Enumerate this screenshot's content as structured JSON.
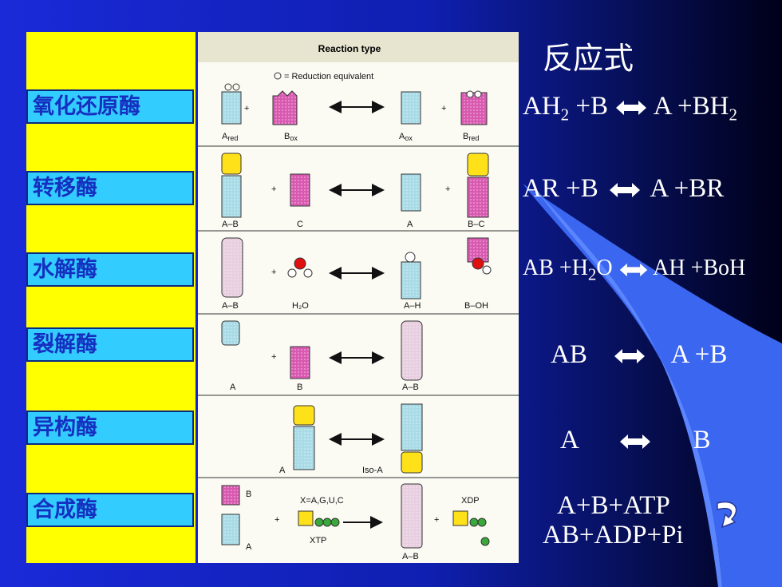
{
  "categories": [
    "氧化还原酶",
    "转移酶",
    "水解酶",
    "裂解酶",
    "异构酶",
    "合成酶"
  ],
  "figure": {
    "header": "Reaction type",
    "legend": "= Reduction equivalent",
    "rows": [
      {
        "left1": "A",
        "left1sub": "red",
        "left2": "B",
        "left2sub": "ox",
        "right1": "A",
        "right1sub": "ox",
        "right2": "B",
        "right2sub": "red"
      },
      {
        "left1": "A–B",
        "left2": "C",
        "right1": "A",
        "right2": "B–C"
      },
      {
        "left1": "A–B",
        "left2": "H₂O",
        "right1": "A–H",
        "right2": "B–OH"
      },
      {
        "left1": "A",
        "left2": "B",
        "right1": "A–B"
      },
      {
        "left1": "A",
        "right1": "Iso-A"
      },
      {
        "b": "B",
        "a": "A",
        "x": "X=A,G,U,C",
        "xtp": "XTP",
        "xdp": "XDP",
        "ab": "A–B"
      }
    ]
  },
  "title": "反应式",
  "equations": [
    {
      "left": "AH",
      "left_sub": "2",
      "left_rest": " +B",
      "right": "A +BH",
      "right_sub": "2"
    },
    {
      "left": "AR +B",
      "right": "A +BR"
    },
    {
      "left": "AB +H",
      "left_sub": "2",
      "left_rest": "O",
      "right": "AH +BoH"
    },
    {
      "left": "AB",
      "right": "A +B"
    },
    {
      "left": "A",
      "right": "B"
    },
    {
      "line1": "A+B+ATP",
      "line2": "AB+ADP+Pi"
    }
  ],
  "colors": {
    "yellow": "#ffff00",
    "cyan": "#33ccff",
    "category_text": "#1530c0"
  }
}
